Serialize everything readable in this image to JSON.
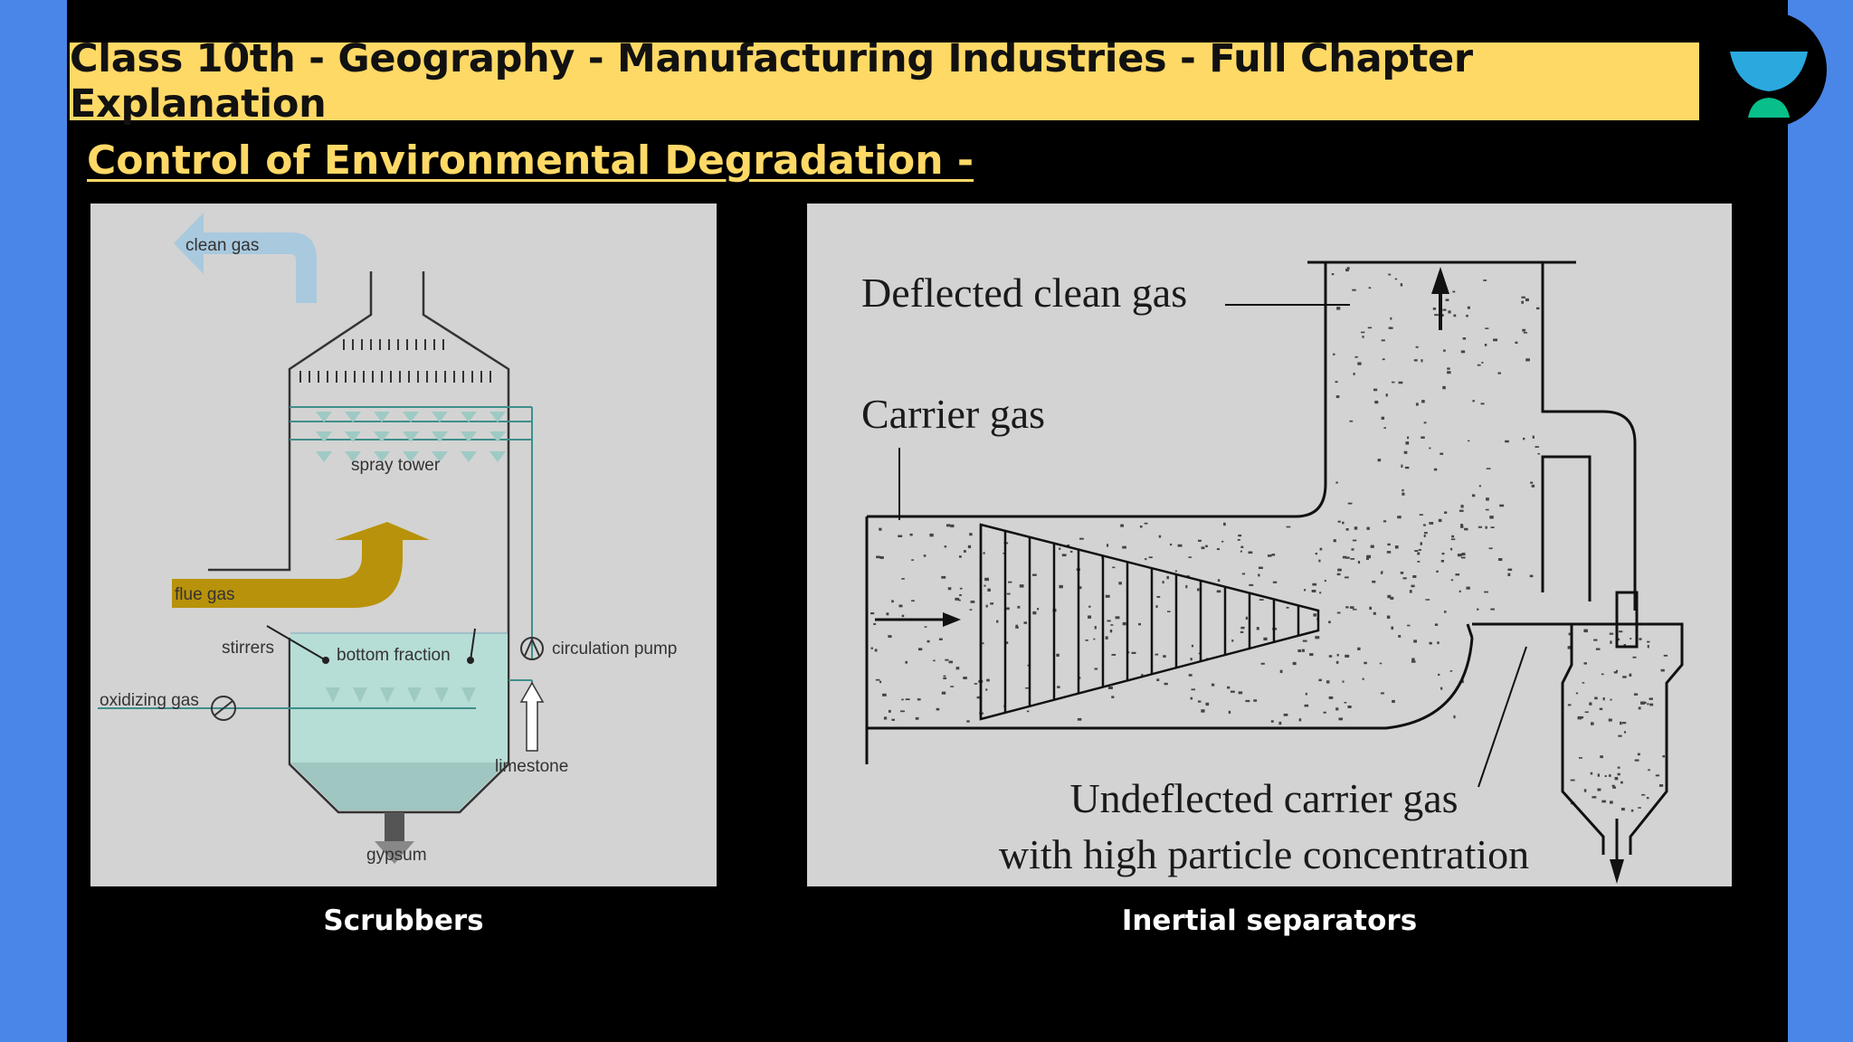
{
  "header": {
    "title": "Class 10th - Geography - Manufacturing Industries - Full Chapter Explanation"
  },
  "section": {
    "heading": "Control of Environmental Degradation -"
  },
  "scrubber_diagram": {
    "caption": "Scrubbers",
    "labels": {
      "clean_gas": "clean gas",
      "spray_tower": "spray tower",
      "flue_gas": "flue gas",
      "stirrers": "stirrers",
      "bottom_fraction": "bottom fraction",
      "circulation_pump": "circulation pump",
      "oxidizing_gas": "oxidizing gas",
      "limestone": "limestone",
      "gypsum": "gypsum"
    }
  },
  "inertial_diagram": {
    "caption": "Inertial separators",
    "labels": {
      "deflected_clean_gas": "Deflected clean gas",
      "carrier_gas": "Carrier gas",
      "undeflected_line1": "Undeflected carrier gas",
      "undeflected_line2": "with high particle concentration"
    }
  },
  "colors": {
    "side_accent": "#4a86e8",
    "title_bar": "#ffd966",
    "heading": "#ffd966",
    "flue_gas": "#b8920a",
    "clean_gas": "#a9c9de",
    "liquid": "#b6ddd6",
    "pipe": "#3e8f8a"
  },
  "icons": {
    "logo": "hourglass-logo-icon"
  }
}
